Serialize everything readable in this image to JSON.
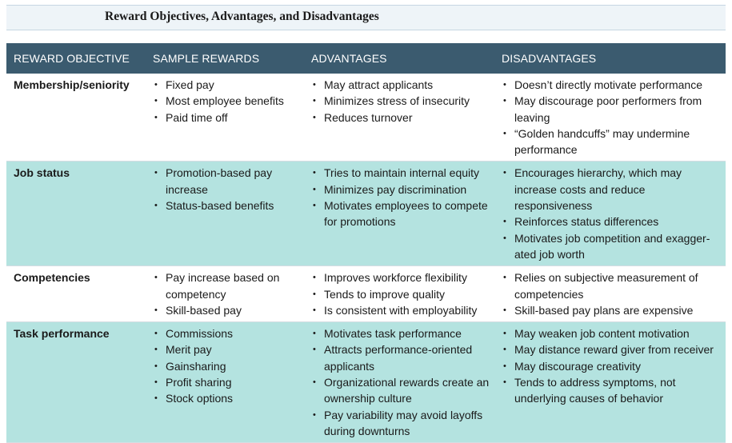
{
  "title": "Reward Objectives, Advantages, and Disadvantages",
  "headers": [
    "REWARD OBJECTIVE",
    "SAMPLE REWARDS",
    "ADVANTAGES",
    "DISADVANTAGES"
  ],
  "colors": {
    "header_bg": "#3b5b6f",
    "row_alt_bg": "#b4e3e0",
    "title_bg": "#eef4f8"
  },
  "rows": [
    {
      "objective": "Membership/seniority",
      "sample_rewards": [
        "Fixed pay",
        "Most employee benefits",
        "Paid time off"
      ],
      "advantages": [
        "May attract applicants",
        "Minimizes stress of insecurity",
        "Reduces turnover"
      ],
      "disadvantages": [
        "Doesn’t directly motivate performance",
        "May discourage poor performers from leaving",
        "“Golden handcuffs” may undermine performance"
      ]
    },
    {
      "objective": "Job status",
      "sample_rewards": [
        "Promotion-based pay increase",
        "Status-based benefits"
      ],
      "advantages": [
        "Tries to maintain internal equity",
        "Minimizes pay discrimination",
        "Motivates employees to compete for promotions"
      ],
      "disadvantages": [
        "Encourages hierarchy, which may increase costs and reduce responsiveness",
        "Reinforces status differences",
        "Motivates job competition and exagger-ated job worth"
      ]
    },
    {
      "objective": "Competencies",
      "sample_rewards": [
        "Pay increase based on competency",
        "Skill-based pay"
      ],
      "advantages": [
        "Improves workforce flexibility",
        "Tends to improve quality",
        "Is consistent with employability"
      ],
      "disadvantages": [
        "Relies on subjective measurement of competencies",
        "Skill-based pay plans are expensive"
      ]
    },
    {
      "objective": "Task performance",
      "sample_rewards": [
        "Commissions",
        "Merit pay",
        "Gainsharing",
        "Profit sharing",
        "Stock options"
      ],
      "advantages": [
        "Motivates task performance",
        "Attracts performance-oriented applicants",
        "Organizational rewards create an ownership culture",
        "Pay variability may avoid layoffs during downturns"
      ],
      "disadvantages": [
        "May weaken job content motivation",
        "May distance reward giver from receiver",
        "May discourage creativity",
        "Tends to address symptoms, not underlying causes of behavior"
      ]
    }
  ]
}
